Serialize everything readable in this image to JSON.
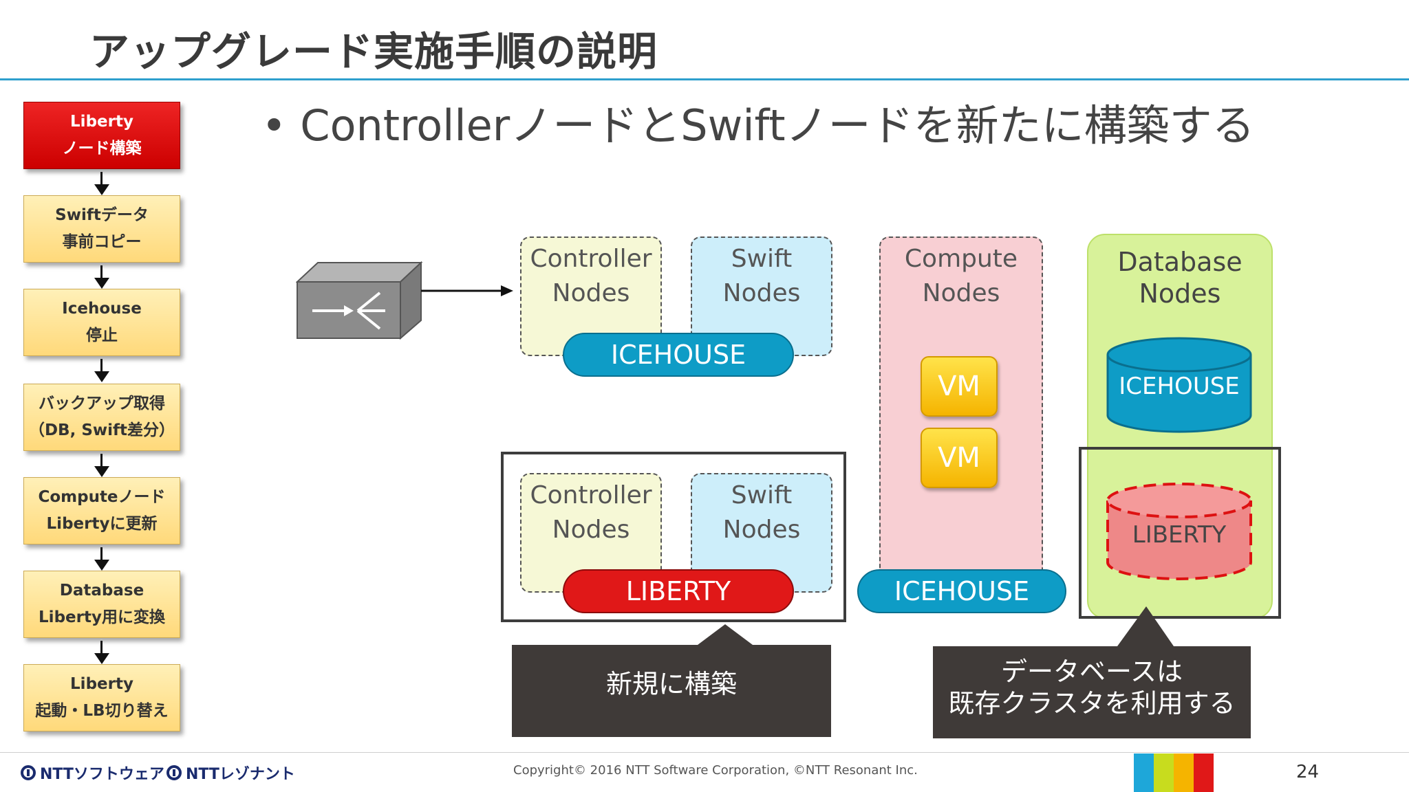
{
  "title": "アップグレード実施手順の説明",
  "bullet": "• ControllerノードとSwiftノードを新たに構築する",
  "steps": [
    {
      "line1": "Liberty",
      "line2": "ノード構築"
    },
    {
      "line1": "Swiftデータ",
      "line2": "事前コピー"
    },
    {
      "line1": "Icehouse",
      "line2": "停止"
    },
    {
      "line1": "バックアップ取得",
      "line2": "（DB, Swift差分）"
    },
    {
      "line1": "Computeノード",
      "line2": "Libertyに更新"
    },
    {
      "line1": "Database",
      "line2": "Liberty用に変換"
    },
    {
      "line1": "Liberty",
      "line2": "起動・LB切り替え"
    }
  ],
  "diagram": {
    "controller": {
      "line1": "Controller",
      "line2": "Nodes"
    },
    "swift": {
      "line1": "Swift",
      "line2": "Nodes"
    },
    "compute": {
      "line1": "Compute",
      "line2": "Nodes"
    },
    "database": {
      "line1": "Database",
      "line2": "Nodes"
    },
    "icehouse": "ICEHOUSE",
    "liberty": "LIBERTY",
    "vm": "VM",
    "callout_new": "新規に構築",
    "callout_db_line1": "データベースは",
    "callout_db_line2": "既存クラスタを利用する"
  },
  "footer": {
    "logo1": "NTTソフトウェア",
    "logo2": "NTTレゾナント",
    "copyright": "Copyright© 2016 NTT Software Corporation, ©NTT Resonant Inc.",
    "page": "24"
  },
  "colors": {
    "accent_blue": "#0e9cc6",
    "liberty_red": "#e01818",
    "step_yellow": "#ffd97a",
    "footer_bars": [
      "#1ea7d9",
      "#c8dc1e",
      "#f5b400",
      "#e01818"
    ]
  }
}
